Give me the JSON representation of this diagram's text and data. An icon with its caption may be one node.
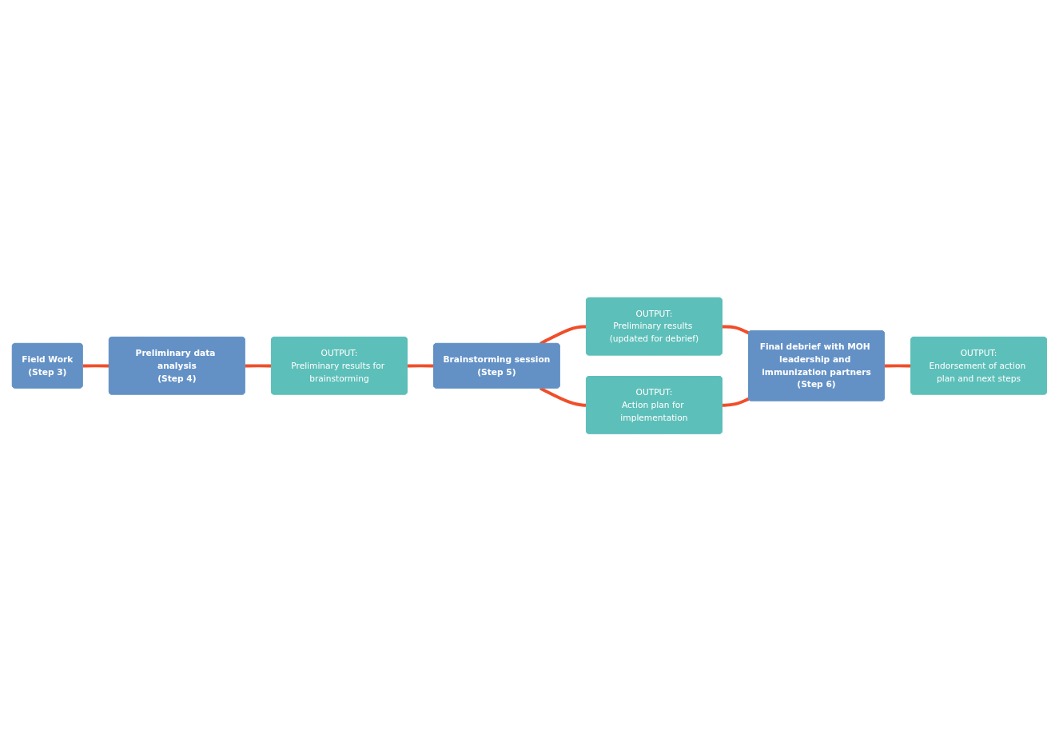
{
  "diagram": {
    "nodes": [
      {
        "text": [
          "Field Work",
          "(Step 3)"
        ]
      },
      {
        "text": [
          "Preliminary data analysis",
          "(Step 4)"
        ]
      },
      {
        "text": [
          "OUTPUT:",
          "Preliminary results for brainstorming"
        ]
      },
      {
        "text": [
          "Brainstorming session",
          "(Step 5)"
        ]
      },
      {
        "text": [
          "OUTPUT:",
          "Preliminary results (updated for debrief)"
        ]
      },
      {
        "text": [
          "OUTPUT:",
          "Action plan for implementation"
        ]
      },
      {
        "text": [
          "Final debrief with MOH leadership and immunization partners",
          "(Step 6)"
        ]
      },
      {
        "text": [
          "OUTPUT:",
          "Endorsement of action plan and next steps"
        ]
      }
    ],
    "edges": [
      {
        "from": 0,
        "to": 1,
        "arrow": "none"
      },
      {
        "from": 1,
        "to": 2,
        "arrow": "none"
      },
      {
        "from": 2,
        "to": 3,
        "arrow": "none"
      },
      {
        "from": 3,
        "to": 4,
        "arrow": "none"
      },
      {
        "from": 3,
        "to": 5,
        "arrow": "none"
      },
      {
        "from": 4,
        "to": 6,
        "arrow": "none"
      },
      {
        "from": 5,
        "to": 6,
        "arrow": "none"
      },
      {
        "from": 6,
        "to": 7,
        "arrow": "none"
      }
    ]
  }
}
